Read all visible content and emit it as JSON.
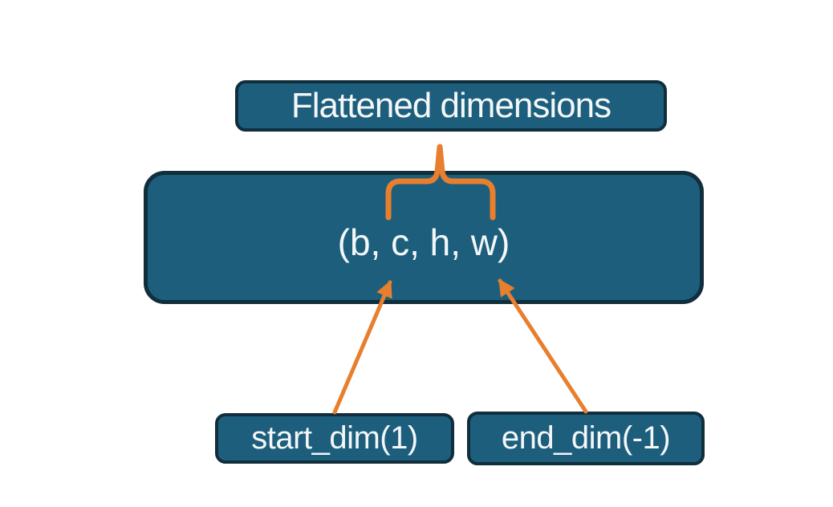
{
  "title": "Flatten dimensions diagram",
  "colors": {
    "background": "#ffffff",
    "node_fill": "#1d5e7d",
    "node_border": "#112e3c",
    "node_text": "#f4f7f8",
    "accent_orange": "#e77f2f"
  },
  "nodes": {
    "flattened": {
      "label": "Flattened dimensions"
    },
    "tuple": {
      "label": "(b, c, h, w)"
    },
    "start_dim": {
      "label": "start_dim(1)"
    },
    "end_dim": {
      "label": "end_dim(-1)"
    }
  },
  "connectors": {
    "brace": {
      "type": "brace",
      "from": "flattened-dimensions-label",
      "spans": "c through w in tuple"
    },
    "arrow_start": {
      "type": "arrow",
      "from": "start_dim",
      "points_to": "c"
    },
    "arrow_end": {
      "type": "arrow",
      "from": "end_dim",
      "points_to": "w"
    }
  }
}
